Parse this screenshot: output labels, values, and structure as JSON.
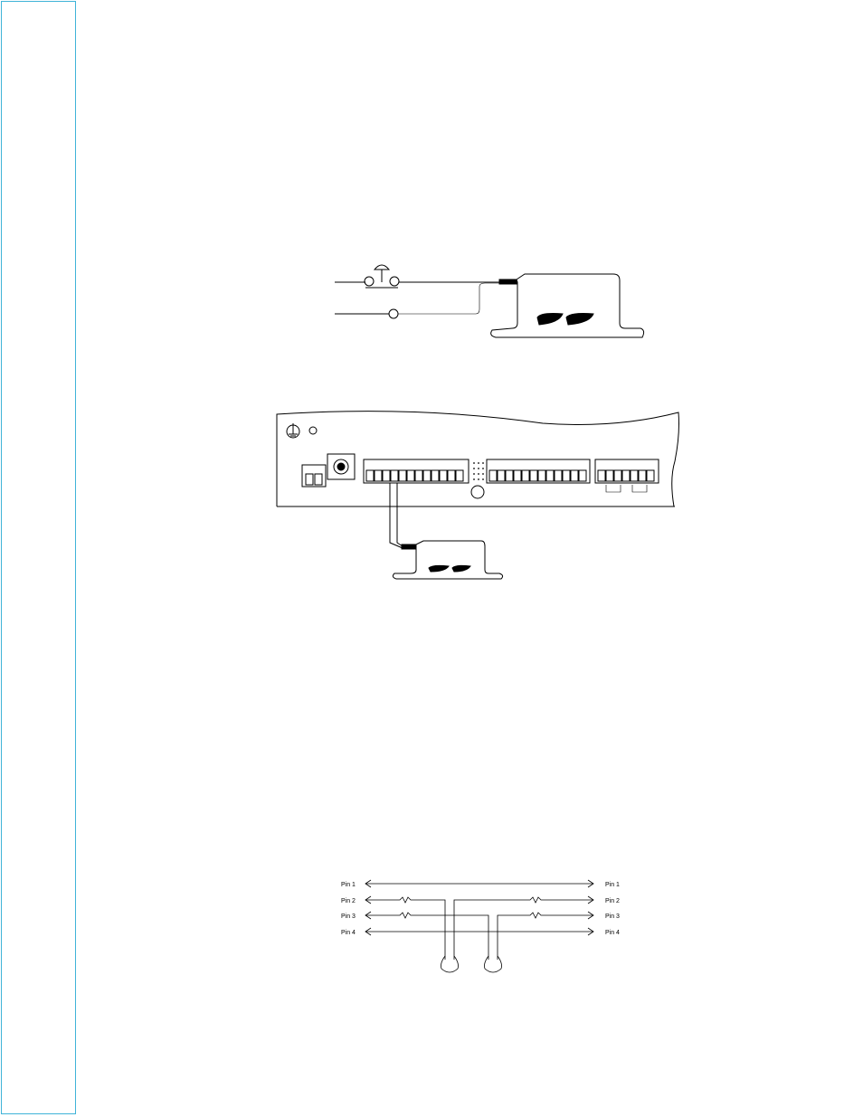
{
  "page": {
    "accent_color": "#3fb3d8",
    "margin_bar": {
      "color": "#3fb3d8"
    }
  },
  "figures": {
    "switch_diagram": {
      "icons": [
        "push-switch",
        "terminal-circle",
        "sensor-mount"
      ]
    },
    "controller_board": {
      "icons": [
        "ground-symbol",
        "led-indicator",
        "power-terminal",
        "jack-socket",
        "terminal-block",
        "vent-dots",
        "mounting-hole",
        "sensor-mount"
      ]
    },
    "pin_diagram": {
      "left_pins": [
        "Pin 1",
        "Pin 2",
        "Pin 3",
        "Pin 4"
      ],
      "right_pins": [
        "Pin 1",
        "Pin 2",
        "Pin 3",
        "Pin 4"
      ]
    }
  }
}
